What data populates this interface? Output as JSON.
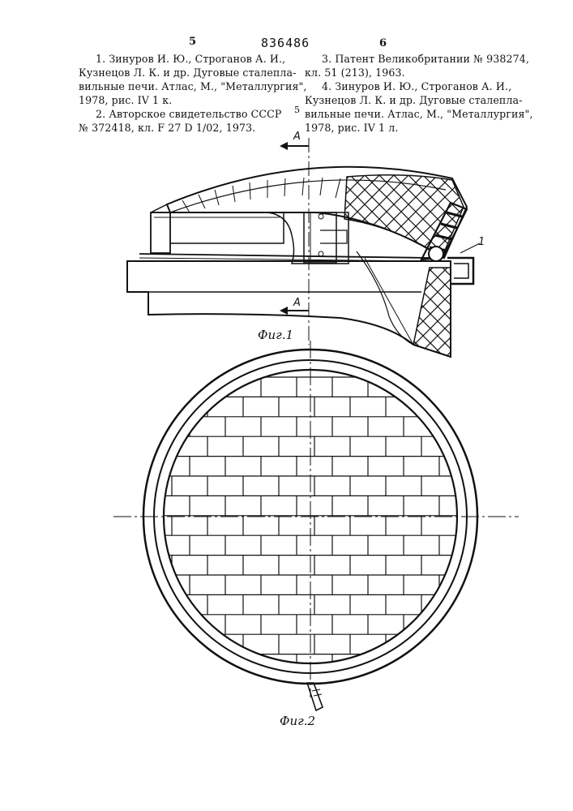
{
  "header": {
    "patent_number": "836486",
    "page_left": "5",
    "page_right": "6"
  },
  "references": {
    "left": [
      "1. Зинуров  И. Ю., Строганов А. И.,",
      "Кузнецов Л. К. и др. Дуговые сталепла-",
      "вильные печи. Атлас, М., \"Металлургия\",",
      "1978, рис. IV 1 к.",
      "2. Авторское свидетельство СССР",
      "№ 372418, кл.  F 27 D 1/02, 1973."
    ],
    "right": [
      "3. Патент Великобритании № 938274,",
      "кл. 51 (213), 1963.",
      "4. Зинуров И. Ю., Строганов А. И.,",
      "Кузнецов Л. К. и др. Дуговые сталепла-",
      "вильные печи. Атлас, М., \"Металлургия\",",
      "1978, рис. IV 1 л."
    ],
    "line_marker": "5"
  },
  "figures": {
    "fig1": {
      "caption": "Фиг.1",
      "section_label_top": "A",
      "section_label_bottom": "A",
      "callout": "1"
    },
    "fig2": {
      "caption": "Фиг.2"
    }
  }
}
